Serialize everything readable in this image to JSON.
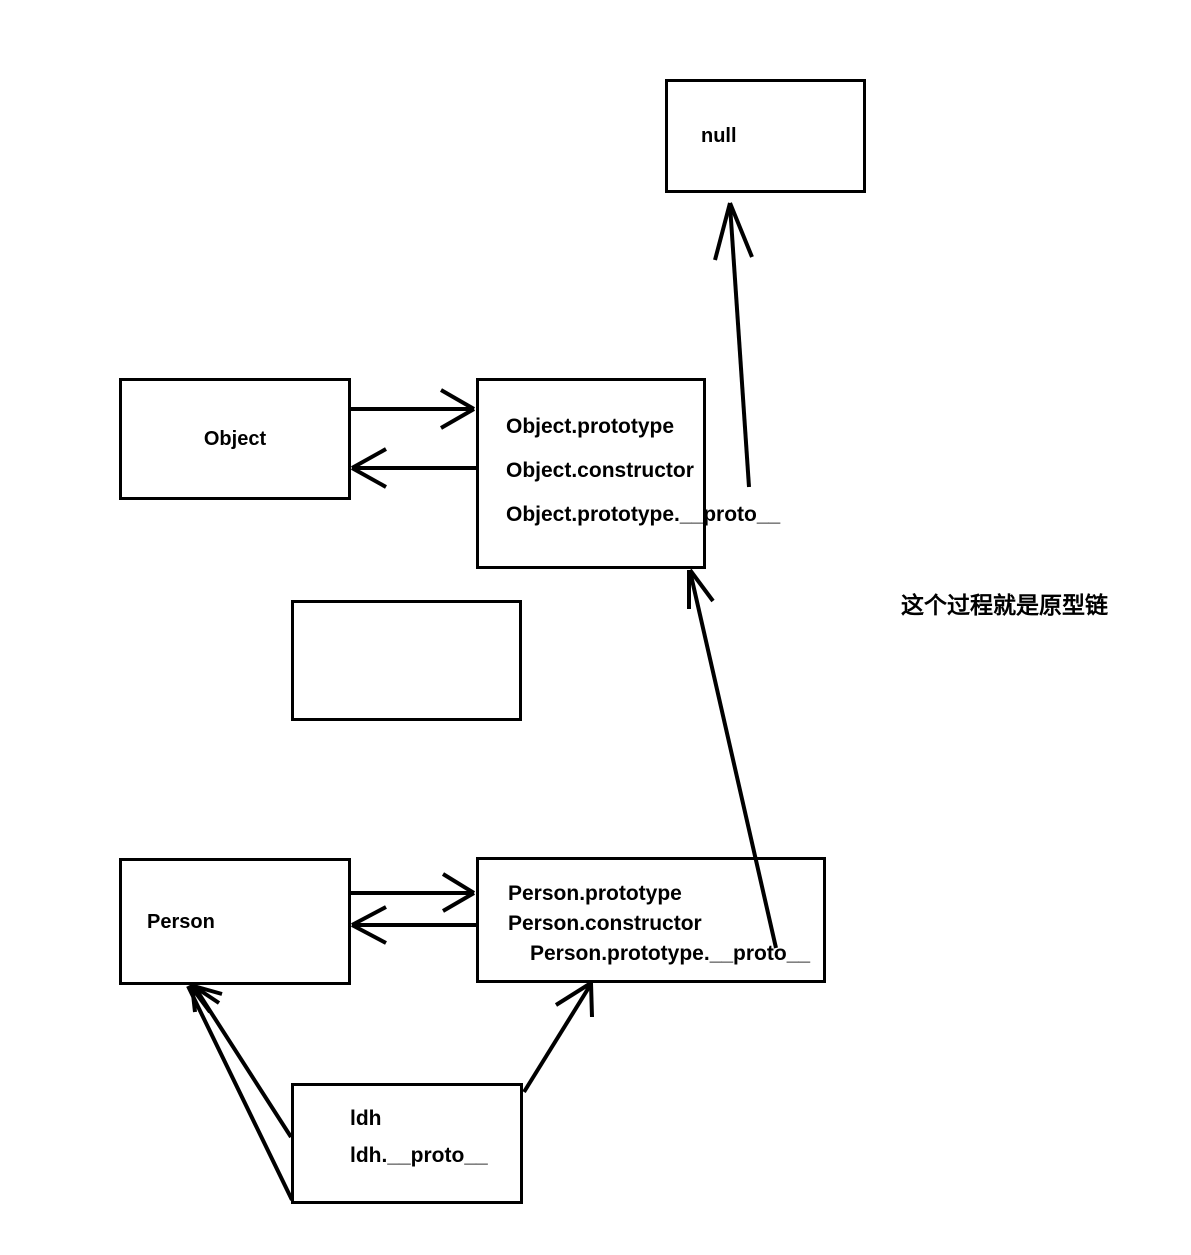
{
  "diagram": {
    "title_annotation": "这个过程就是原型链",
    "nodes": {
      "null_box": {
        "label": "null"
      },
      "object": {
        "label": "Object"
      },
      "object_prototype": {
        "line1": "Object.prototype",
        "line2": "Object.constructor",
        "line3": "Object.prototype.__proto__"
      },
      "empty_box": {
        "label": ""
      },
      "person": {
        "label": "Person"
      },
      "person_prototype": {
        "line1": "Person.prototype",
        "line2": "Person.constructor",
        "line3": "Person.prototype.__proto__"
      },
      "ldh": {
        "line1": "ldh",
        "line2": "ldh.__proto__"
      }
    },
    "edges": [
      {
        "name": "object-to-object-prototype",
        "from": "Object",
        "to": "Object.prototype",
        "direction": "right"
      },
      {
        "name": "object-prototype-to-object",
        "from": "Object.prototype",
        "to": "Object",
        "direction": "left"
      },
      {
        "name": "object-prototype-to-null",
        "from": "Object.prototype.__proto__",
        "to": "null",
        "direction": "up"
      },
      {
        "name": "person-to-person-prototype",
        "from": "Person",
        "to": "Person.prototype",
        "direction": "right"
      },
      {
        "name": "person-prototype-to-person",
        "from": "Person.prototype",
        "to": "Person",
        "direction": "left"
      },
      {
        "name": "person-prototype-to-object-prototype",
        "from": "Person.prototype.__proto__",
        "to": "Object.prototype",
        "direction": "up-left"
      },
      {
        "name": "ldh-to-person-a",
        "from": "ldh",
        "to": "Person",
        "direction": "up-left"
      },
      {
        "name": "ldh-to-person-b",
        "from": "ldh",
        "to": "Person",
        "direction": "up-left"
      },
      {
        "name": "ldh-to-person-prototype",
        "from": "ldh.__proto__",
        "to": "Person.prototype",
        "direction": "up-right"
      }
    ],
    "colors": {
      "stroke": "#000000",
      "background": "#ffffff",
      "text": "#000000"
    }
  }
}
